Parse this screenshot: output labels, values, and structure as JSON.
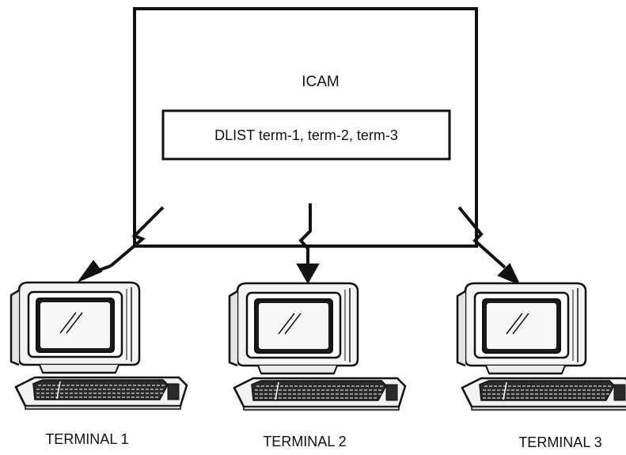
{
  "diagram": {
    "host": {
      "title": "ICAM",
      "command": "DLIST term-1, term-2, term-3"
    },
    "terminals": [
      {
        "label": "TERMINAL 1"
      },
      {
        "label": "TERMINAL 2"
      },
      {
        "label": "TERMINAL 3"
      }
    ]
  }
}
